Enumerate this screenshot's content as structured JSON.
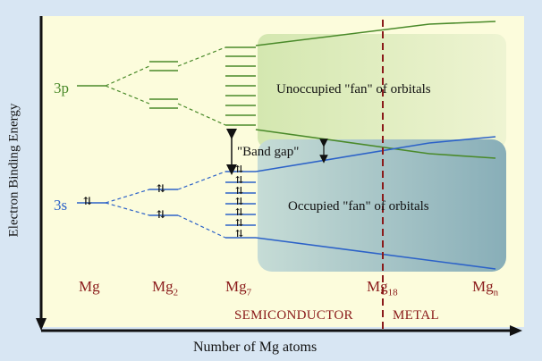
{
  "diagram": {
    "y_axis_label": "Electron Binding Energy",
    "x_axis_label": "Number of Mg atoms",
    "orbital_3p": "3p",
    "orbital_3s": "3s",
    "pair_arrows": "⇅",
    "unoccupied_label": "Unoccupied \"fan\" of orbitals",
    "occupied_label": "Occupied \"fan\" of orbitals",
    "band_gap_label": "\"Band gap\"",
    "regions": {
      "semiconductor": "SEMICONDUCTOR",
      "metal": "METAL"
    },
    "columns": [
      {
        "base": "Mg",
        "sub": ""
      },
      {
        "base": "Mg",
        "sub": "2"
      },
      {
        "base": "Mg",
        "sub": "7"
      },
      {
        "base": "Mg",
        "sub": "18"
      },
      {
        "base": "Mg",
        "sub": "n"
      }
    ],
    "colors": {
      "frame_bg": "#d8e6f3",
      "panel_bg": "#fcfcdc",
      "p_orbital": "#4a8a2a",
      "s_orbital": "#2c62c8",
      "column_label": "#8a1a1a",
      "divider": "#8a1a1a",
      "fan_unoccupied": "#e6f0c8",
      "fan_occupied": "#9cbcc4"
    }
  }
}
